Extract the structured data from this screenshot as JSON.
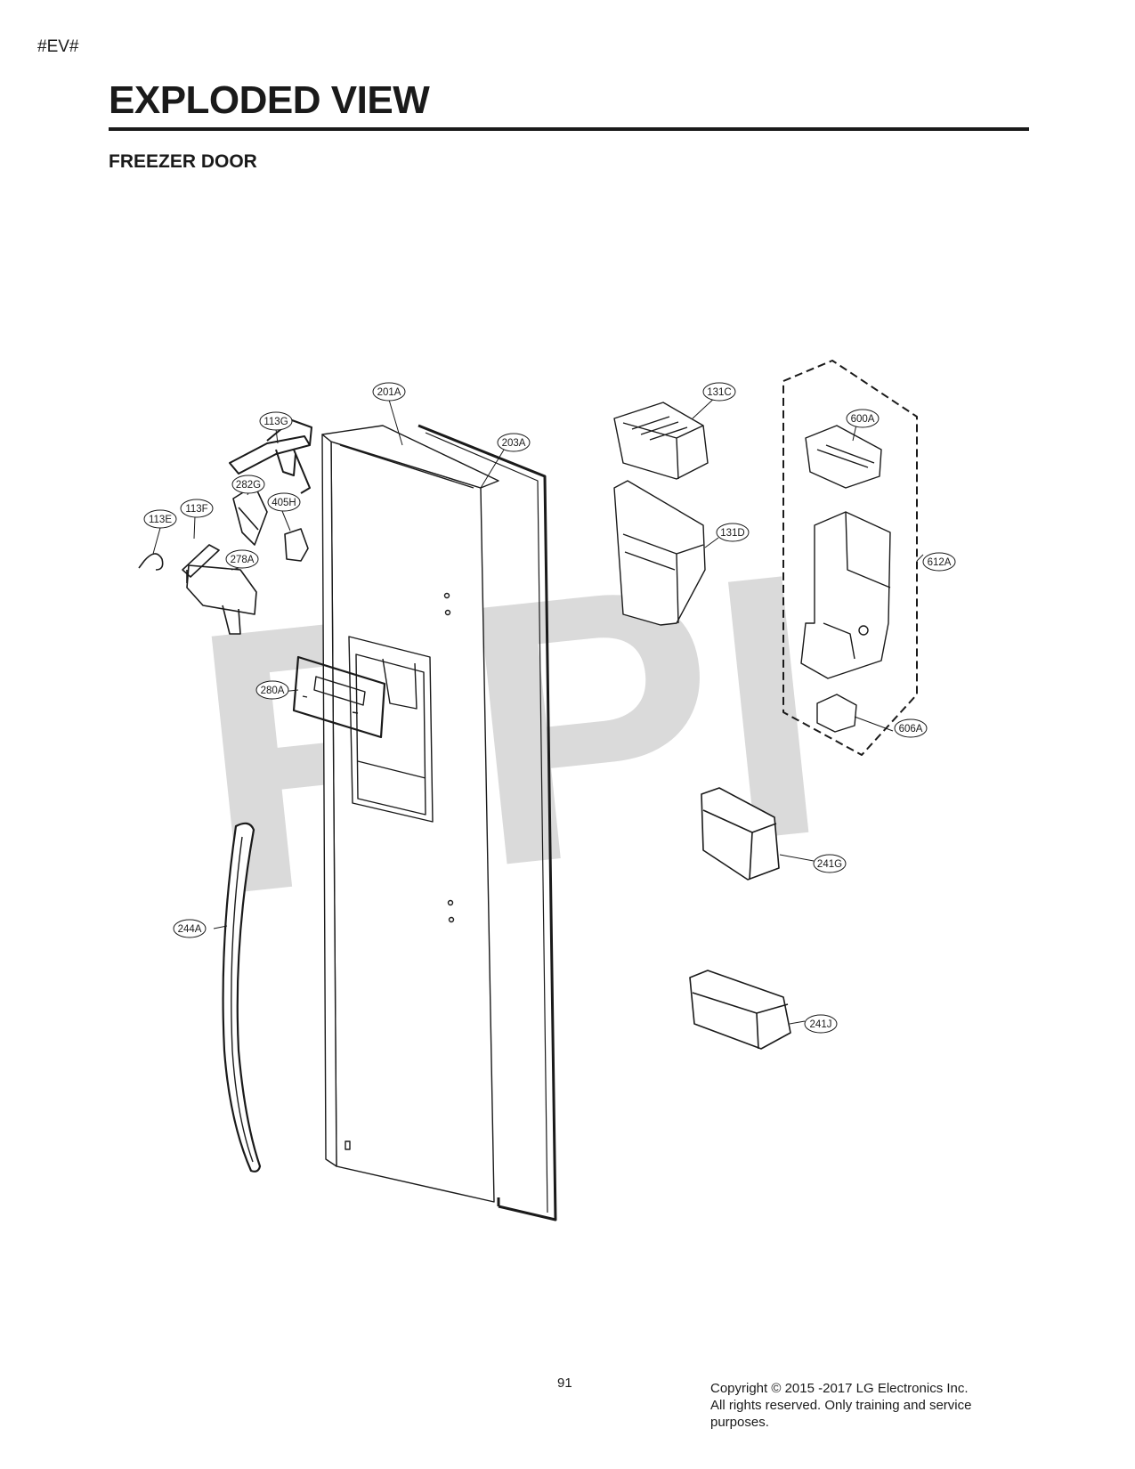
{
  "header": {
    "code": "#EV#",
    "title": "EXPLODED VIEW",
    "section": "FREEZER DOOR"
  },
  "watermark": "RPI",
  "callouts": {
    "c201A": "201A",
    "c203A": "203A",
    "c113G": "113G",
    "c282G": "282G",
    "c405H": "405H",
    "c113E": "113E",
    "c113F": "113F",
    "c278A": "278A",
    "c280A": "280A",
    "c244A": "244A",
    "c131C": "131C",
    "c131D": "131D",
    "c600A": "600A",
    "c612A": "612A",
    "c606A": "606A",
    "c241G": "241G",
    "c241J": "241J"
  },
  "footer": {
    "page_number": "91",
    "copyright_line1": "Copyright © 2015 -2017 LG Electronics Inc.",
    "copyright_line2": "All rights reserved. Only training and service",
    "copyright_line3": "purposes."
  },
  "colors": {
    "line": "#1a1a1a",
    "watermark": "#d9d9d9"
  }
}
